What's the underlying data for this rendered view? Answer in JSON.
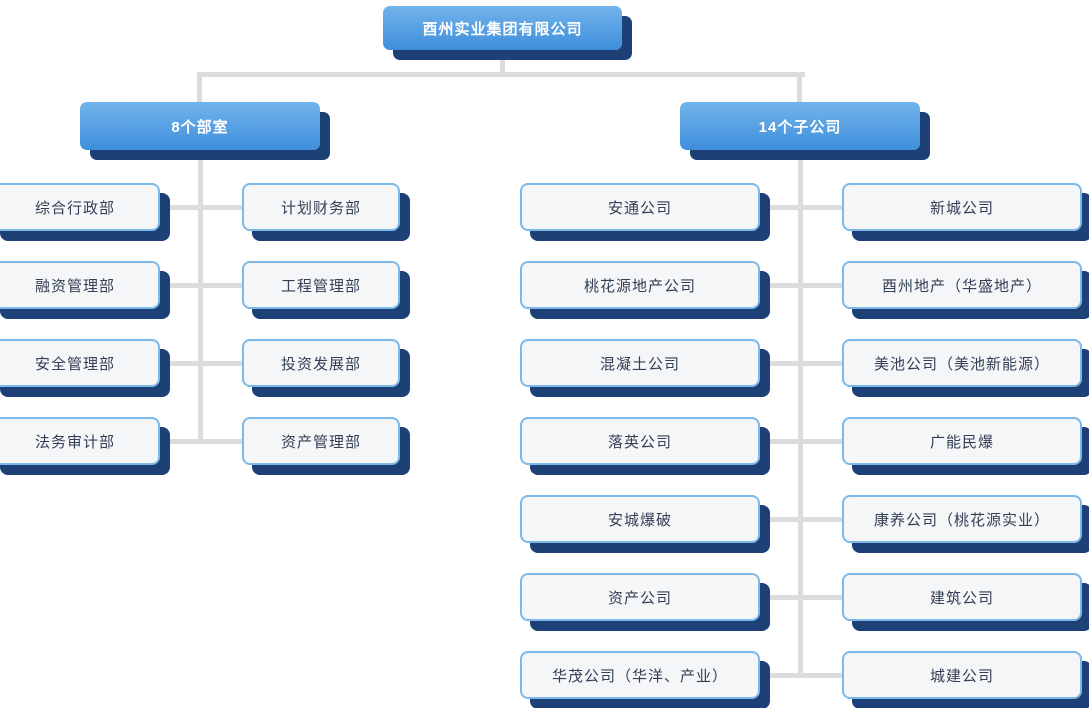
{
  "org": {
    "root": {
      "label": "酉州实业集团有限公司"
    },
    "branches": [
      {
        "label": "8个部室",
        "left_column": [
          "综合行政部",
          "融资管理部",
          "安全管理部",
          "法务审计部"
        ],
        "right_column": [
          "计划财务部",
          "工程管理部",
          "投资发展部",
          "资产管理部"
        ]
      },
      {
        "label": "14个子公司",
        "left_column": [
          "安通公司",
          "桃花源地产公司",
          "混凝土公司",
          "落英公司",
          "安城爆破",
          "资产公司",
          "华茂公司（华洋、产业）"
        ],
        "right_column": [
          "新城公司",
          "酉州地产（华盛地产）",
          "美池公司（美池新能源）",
          "广能民爆",
          "康养公司（桃花源实业）",
          "建筑公司",
          "城建公司"
        ]
      }
    ]
  },
  "colors": {
    "node_fill": "#f5f6f8",
    "node_border": "#7cb9e8",
    "node_text": "#323f55",
    "node_shadow": "#1d4077",
    "connector": "#dcdcdc",
    "header_gradient_top": "#72b4ea",
    "header_gradient_bottom": "#3f8edc",
    "header_text": "#ffffff"
  }
}
